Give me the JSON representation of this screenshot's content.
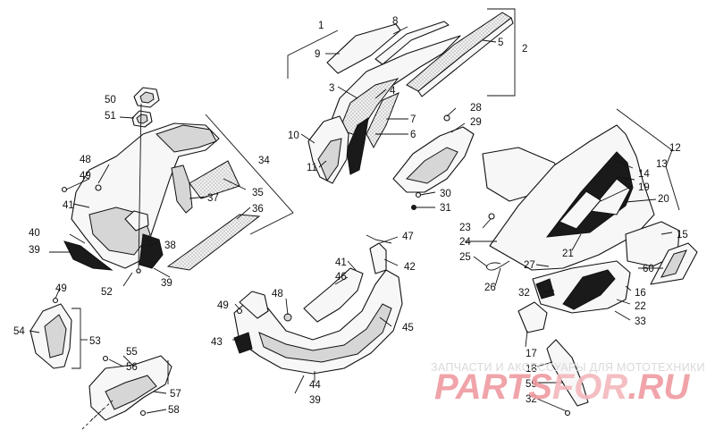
{
  "diagram": {
    "callouts": [
      {
        "id": "c1",
        "text": "1"
      },
      {
        "id": "c2",
        "text": "2"
      },
      {
        "id": "c3",
        "text": "3"
      },
      {
        "id": "c4",
        "text": "4"
      },
      {
        "id": "c5",
        "text": "5"
      },
      {
        "id": "c6",
        "text": "6"
      },
      {
        "id": "c7",
        "text": "7"
      },
      {
        "id": "c8",
        "text": "8"
      },
      {
        "id": "c9",
        "text": "9"
      },
      {
        "id": "c10",
        "text": "10"
      },
      {
        "id": "c11",
        "text": "11"
      },
      {
        "id": "c12",
        "text": "12"
      },
      {
        "id": "c13",
        "text": "13"
      },
      {
        "id": "c14",
        "text": "14"
      },
      {
        "id": "c15",
        "text": "15"
      },
      {
        "id": "c16",
        "text": "16"
      },
      {
        "id": "c17",
        "text": "17"
      },
      {
        "id": "c18",
        "text": "18"
      },
      {
        "id": "c19",
        "text": "19"
      },
      {
        "id": "c20",
        "text": "20"
      },
      {
        "id": "c21",
        "text": "21"
      },
      {
        "id": "c22",
        "text": "22"
      },
      {
        "id": "c23",
        "text": "23"
      },
      {
        "id": "c24",
        "text": "24"
      },
      {
        "id": "c25",
        "text": "25"
      },
      {
        "id": "c26",
        "text": "26"
      },
      {
        "id": "c27",
        "text": "27"
      },
      {
        "id": "c28",
        "text": "28"
      },
      {
        "id": "c29",
        "text": "29"
      },
      {
        "id": "c30",
        "text": "30"
      },
      {
        "id": "c31",
        "text": "31"
      },
      {
        "id": "c32a",
        "text": "32"
      },
      {
        "id": "c32b",
        "text": "32"
      },
      {
        "id": "c33",
        "text": "33"
      },
      {
        "id": "c34",
        "text": "34"
      },
      {
        "id": "c35",
        "text": "35"
      },
      {
        "id": "c36",
        "text": "36"
      },
      {
        "id": "c37",
        "text": "37"
      },
      {
        "id": "c38",
        "text": "38"
      },
      {
        "id": "c39a",
        "text": "39"
      },
      {
        "id": "c39b",
        "text": "39"
      },
      {
        "id": "c39c",
        "text": "39"
      },
      {
        "id": "c40",
        "text": "40"
      },
      {
        "id": "c41a",
        "text": "41"
      },
      {
        "id": "c41b",
        "text": "41"
      },
      {
        "id": "c42",
        "text": "42"
      },
      {
        "id": "c43",
        "text": "43"
      },
      {
        "id": "c44",
        "text": "44"
      },
      {
        "id": "c45",
        "text": "45"
      },
      {
        "id": "c46",
        "text": "46"
      },
      {
        "id": "c47",
        "text": "47"
      },
      {
        "id": "c48a",
        "text": "48"
      },
      {
        "id": "c48b",
        "text": "48"
      },
      {
        "id": "c49a",
        "text": "49"
      },
      {
        "id": "c49b",
        "text": "49"
      },
      {
        "id": "c49c",
        "text": "49"
      },
      {
        "id": "c50",
        "text": "50"
      },
      {
        "id": "c51",
        "text": "51"
      },
      {
        "id": "c52",
        "text": "52"
      },
      {
        "id": "c53",
        "text": "53"
      },
      {
        "id": "c54",
        "text": "54"
      },
      {
        "id": "c55",
        "text": "55"
      },
      {
        "id": "c56",
        "text": "56"
      },
      {
        "id": "c57",
        "text": "57"
      },
      {
        "id": "c58",
        "text": "58"
      },
      {
        "id": "c59",
        "text": "59"
      },
      {
        "id": "c60",
        "text": "60"
      }
    ]
  },
  "watermark": {
    "caption": "ЗАПЧАСТИ И АКСЕССУАРЫ ДЛЯ МОТОТЕХНИКИ",
    "logo_part1": "PARTS",
    "logo_part2": "FOR",
    "logo_part3": ".RU",
    "logo_color": "#ee9aa0",
    "caption_color": "#d9d9d9"
  },
  "colors": {
    "line": "#111111",
    "background": "#ffffff"
  }
}
